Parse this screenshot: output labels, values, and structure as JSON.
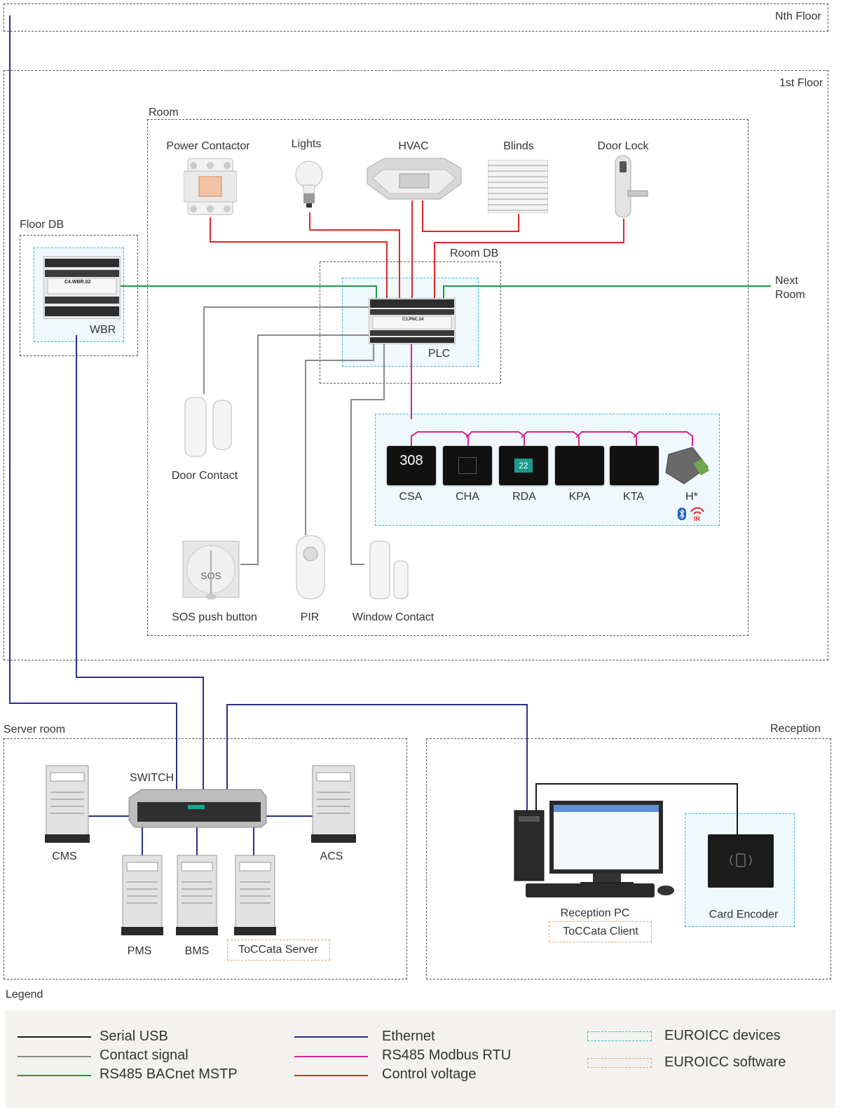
{
  "floors": {
    "nth_floor": "Nth Floor",
    "first_floor": "1st Floor"
  },
  "areas": {
    "room": "Room",
    "floor_db": "Floor DB",
    "room_db": "Room DB",
    "next_room": "Next Room",
    "server_room": "Server room",
    "reception": "Reception"
  },
  "room_devices": [
    {
      "label": "Power Contactor",
      "icon": "power-contactor-icon"
    },
    {
      "label": "Lights",
      "icon": "light-bulb-icon"
    },
    {
      "label": "HVAC",
      "icon": "hvac-cassette-icon"
    },
    {
      "label": "Blinds",
      "icon": "blinds-icon"
    },
    {
      "label": "Door Lock",
      "icon": "door-lock-icon"
    }
  ],
  "db_devices": {
    "wbr": "WBR",
    "plc": "PLC",
    "wbr_model": "C4.WBR.02",
    "plc_model": "C3.PNC.34"
  },
  "sensors": [
    {
      "label": "Door Contact",
      "icon": "door-contact-icon"
    },
    {
      "label": "SOS push button",
      "icon": "sos-button-icon"
    },
    {
      "label": "PIR",
      "icon": "pir-sensor-icon"
    },
    {
      "label": "Window Contact",
      "icon": "window-contact-icon"
    }
  ],
  "panels": [
    {
      "label": "CSA",
      "display": "308"
    },
    {
      "label": "CHA",
      "display": ""
    },
    {
      "label": "RDA",
      "display": "22"
    },
    {
      "label": "KPA",
      "display": ""
    },
    {
      "label": "KTA",
      "display": ""
    },
    {
      "label": "H*",
      "display": ""
    }
  ],
  "bluetooth_ir": {
    "ir": "IR",
    "icons": [
      "bluetooth-icon",
      "ir-wireless-icon"
    ]
  },
  "server_room": {
    "switch": "SWITCH",
    "servers": [
      "CMS",
      "ACS",
      "PMS",
      "BMS",
      "ToCCata Server"
    ]
  },
  "reception_area": {
    "reception_pc": "Reception PC",
    "client": "ToCCata Client",
    "card_encoder": "Card Encoder"
  },
  "legend": {
    "title": "Legend",
    "lines": [
      {
        "label": "Serial USB",
        "color": "#1a1a1a"
      },
      {
        "label": "Contact signal",
        "color": "#8a8a8a"
      },
      {
        "label": "RS485 BACnet MSTP",
        "color": "#1f9b3f"
      },
      {
        "label": "Ethernet",
        "color": "#2b2e8c"
      },
      {
        "label": "RS485 Modbus RTU",
        "color": "#d6229a"
      },
      {
        "label": "Control voltage",
        "color": "#e02727"
      }
    ],
    "boxes": [
      {
        "label": "EUROICC devices",
        "color": "#38b6e0"
      },
      {
        "label": "EUROICC software",
        "color": "#f0a060"
      }
    ]
  }
}
